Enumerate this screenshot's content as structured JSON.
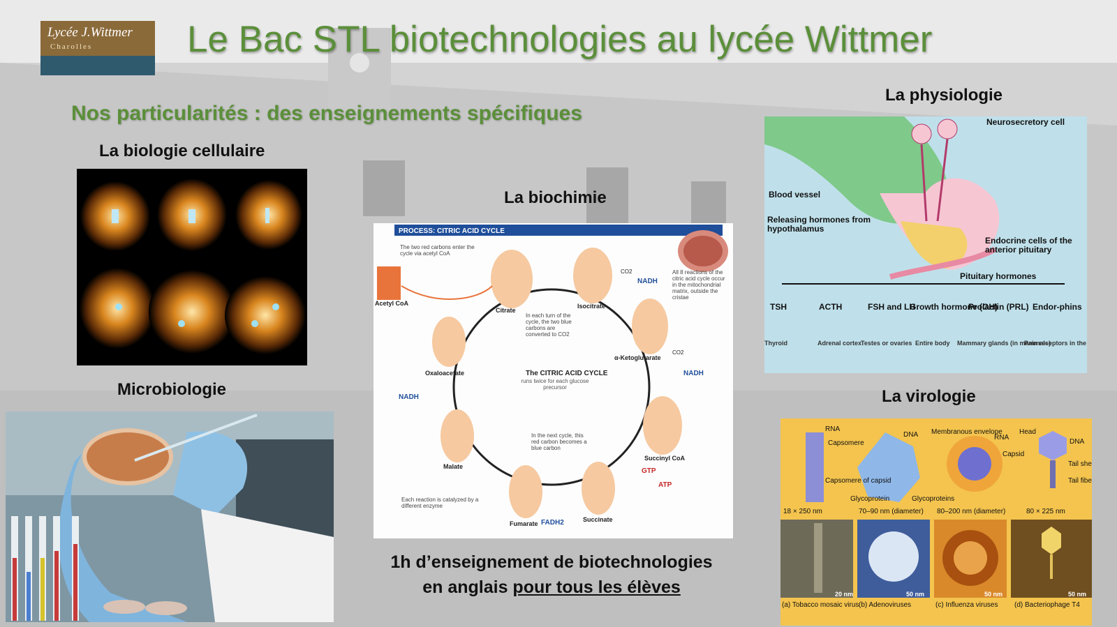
{
  "logo": {
    "name": "Lycée J.Wittmer",
    "city": "Charolles"
  },
  "title": "Le Bac STL biotechnologies au lycée Wittmer",
  "subtitle": "Nos particularités : des enseignements spécifiques",
  "sections": {
    "biologie": "La biologie cellulaire",
    "microbiologie": "Microbiologie",
    "biochimie": "La biochimie",
    "physiologie": "La physiologie",
    "virologie": "La virologie"
  },
  "footer": {
    "line1": "1h d’enseignement de biotechnologies",
    "line2_prefix": "en anglais ",
    "line2_underlined": "pour tous les élèves"
  },
  "cycle": {
    "header": "PROCESS: CITRIC ACID CYCLE",
    "center_title": "The CITRIC ACID CYCLE",
    "center_sub": "runs twice for each glucose precursor",
    "note_top": "The two red carbons enter the cycle via acetyl CoA",
    "note_mid": "In each turn of the cycle, the two blue carbons are converted to CO2",
    "note_bottom": "In the next cycle, this red carbon becomes a blue carbon",
    "note_enzyme": "Each reaction is catalyzed by a different enzyme",
    "note_right": "All 8 reactions of the citric acid cycle occur in the mitochondrial matrix, outside the cristae",
    "molecules": [
      "Acetyl CoA",
      "Citrate",
      "Isocitrate",
      "α-Ketoglutarate",
      "Succinyl CoA",
      "Succinate",
      "Fumarate",
      "Malate",
      "Oxaloacetate"
    ],
    "cofactors": [
      "NADH",
      "NADH",
      "NADH",
      "FADH2",
      "GTP",
      "ATP",
      "CO2",
      "CO2"
    ]
  },
  "physio": {
    "labels": [
      "Neurosecretory cell",
      "Blood vessel",
      "Releasing hormones from hypothalamus",
      "Endocrine cells of the anterior pituitary",
      "Pituitary hormones"
    ],
    "hormones": [
      "TSH",
      "ACTH",
      "FSH and LH",
      "Growth hormone (GH)",
      "Prolactin (PRL)",
      "Endor-phins"
    ],
    "targets": [
      "Thyroid",
      "Adrenal cortex",
      "Testes or ovaries",
      "Entire body",
      "Mammary glands (in mammals)",
      "Pain receptors in the brain"
    ]
  },
  "viro": {
    "labels": [
      "RNA",
      "Capsomere",
      "DNA",
      "Membranous envelope",
      "RNA",
      "Capsid",
      "Head",
      "DNA",
      "Tail sheath",
      "Tail fiber",
      "Capsomere of capsid",
      "Glycoprotein",
      "Glycoproteins"
    ],
    "sizes": [
      "18 × 250 nm",
      "70–90 nm (diameter)",
      "80–200 nm (diameter)",
      "80 × 225 nm"
    ],
    "scales": [
      "20 nm",
      "50 nm",
      "50 nm",
      "50 nm"
    ],
    "captions": [
      "(a) Tobacco mosaic virus",
      "(b) Adenoviruses",
      "(c) Influenza viruses",
      "(d) Bacteriophage T4"
    ]
  },
  "colors": {
    "title_green": "#5b8f3a",
    "orange": "#f6c9a0",
    "physio_bg": "#bfe0ea"
  }
}
